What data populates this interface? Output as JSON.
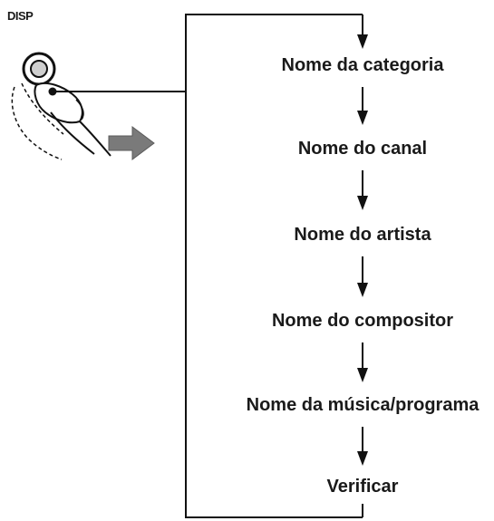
{
  "button": {
    "label": "DISP",
    "icon": "finger-pressing-button-icon"
  },
  "flow": {
    "steps": [
      "Nome da categoria",
      "Nome do canal",
      "Nome do artista",
      "Nome do compositor",
      "Nome da música/programa",
      "Verificar"
    ]
  }
}
